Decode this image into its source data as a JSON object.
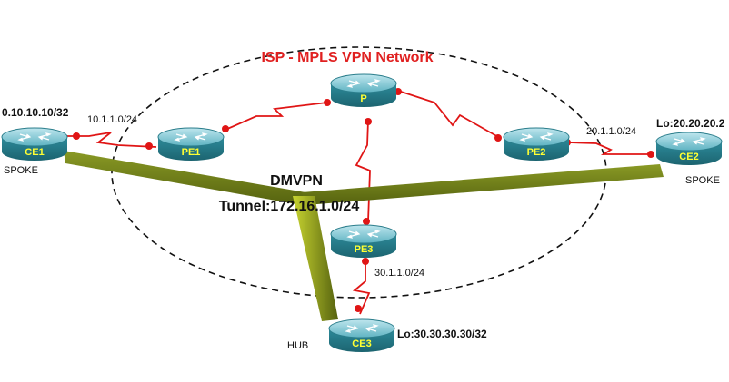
{
  "title": "ISP - MPLS VPN Network",
  "colors": {
    "title": "#e02020",
    "link": "#e01515",
    "tunnel": "#6e7d1c",
    "router_body": "#2f8f9f",
    "router_label": "#ffff33",
    "cloud_border": "#111111"
  },
  "dmvpn": {
    "line1": "DMVPN",
    "line2": "Tunnel:172.16.1.0/24"
  },
  "routers": {
    "ce1": {
      "name": "CE1",
      "icon": "router-icon",
      "role": "SPOKE",
      "loopback": "0.10.10.10/32"
    },
    "pe1": {
      "name": "PE1",
      "icon": "router-icon"
    },
    "p": {
      "name": "P",
      "icon": "router-icon"
    },
    "pe2": {
      "name": "PE2",
      "icon": "router-icon"
    },
    "ce2": {
      "name": "CE2",
      "icon": "router-icon",
      "role": "SPOKE",
      "loopback": "Lo:20.20.20.2"
    },
    "pe3": {
      "name": "PE3",
      "icon": "router-icon"
    },
    "ce3": {
      "name": "CE3",
      "icon": "router-icon",
      "role": "HUB",
      "loopback": "Lo:30.30.30.30/32"
    }
  },
  "subnets": {
    "ce1_pe1": "10.1.1.0/24",
    "pe2_ce2": "20.1.1.0/24",
    "pe3_ce3": "30.1.1.0/24"
  }
}
